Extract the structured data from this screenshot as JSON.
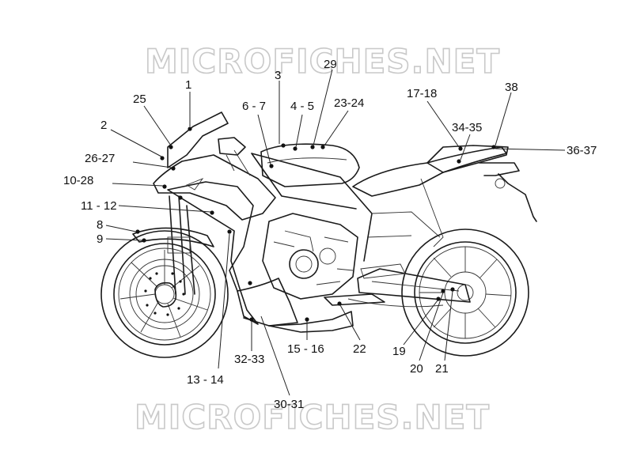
{
  "watermark": "MICROFICHES.NET",
  "callouts": [
    {
      "id": "c1",
      "label": "1"
    },
    {
      "id": "c2",
      "label": "2"
    },
    {
      "id": "c3",
      "label": "3"
    },
    {
      "id": "c6-7",
      "label": "6 - 7"
    },
    {
      "id": "c4-5",
      "label": "4 - 5"
    },
    {
      "id": "c29",
      "label": "29"
    },
    {
      "id": "c23-24",
      "label": "23-24"
    },
    {
      "id": "c17-18",
      "label": "17-18"
    },
    {
      "id": "c38",
      "label": "38"
    },
    {
      "id": "c25",
      "label": "25"
    },
    {
      "id": "c34-35",
      "label": "34-35"
    },
    {
      "id": "c36-37",
      "label": "36-37"
    },
    {
      "id": "c26-27",
      "label": "26-27"
    },
    {
      "id": "c10-28",
      "label": "10-28"
    },
    {
      "id": "c11-12",
      "label": "11 - 12"
    },
    {
      "id": "c8",
      "label": "8"
    },
    {
      "id": "c9",
      "label": "9"
    },
    {
      "id": "c32-33",
      "label": "32-33"
    },
    {
      "id": "c15-16",
      "label": "15 - 16"
    },
    {
      "id": "c22",
      "label": "22"
    },
    {
      "id": "c19",
      "label": "19"
    },
    {
      "id": "c20",
      "label": "20"
    },
    {
      "id": "c21",
      "label": "21"
    },
    {
      "id": "c13-14",
      "label": "13 - 14"
    },
    {
      "id": "c30-31",
      "label": "30-31"
    }
  ]
}
